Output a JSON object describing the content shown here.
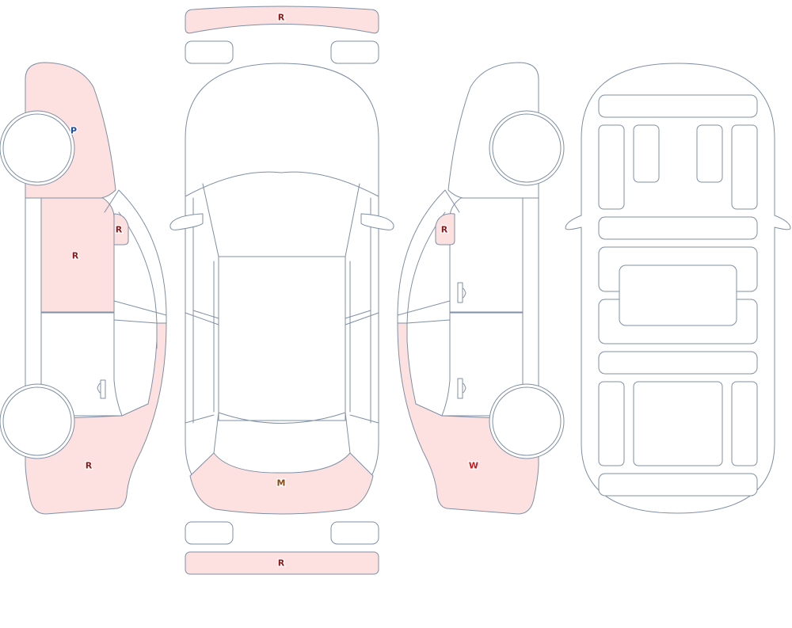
{
  "colors": {
    "outline": "#7f8fa6",
    "damaged_fill": "#fde1e0",
    "label_default": "#8b1a1a",
    "label_W": "#d01818",
    "label_P": "#1a4fa8",
    "label_M": "#8a4a12"
  },
  "damaged_panels": [
    "front-bumper-cover",
    "rear-bumper-cover",
    "left-front-fender",
    "left-front-door",
    "left-mirror",
    "left-rear-quarter",
    "hood",
    "right-mirror",
    "right-rear-quarter"
  ],
  "labels": {
    "front_bumper": "R",
    "left_fender": "P",
    "left_mirror": "R",
    "left_front_door": "R",
    "left_rear_quarter": "R",
    "hood": "M",
    "rear_bumper": "R",
    "right_mirror": "R",
    "right_rear_quarter": "W"
  }
}
